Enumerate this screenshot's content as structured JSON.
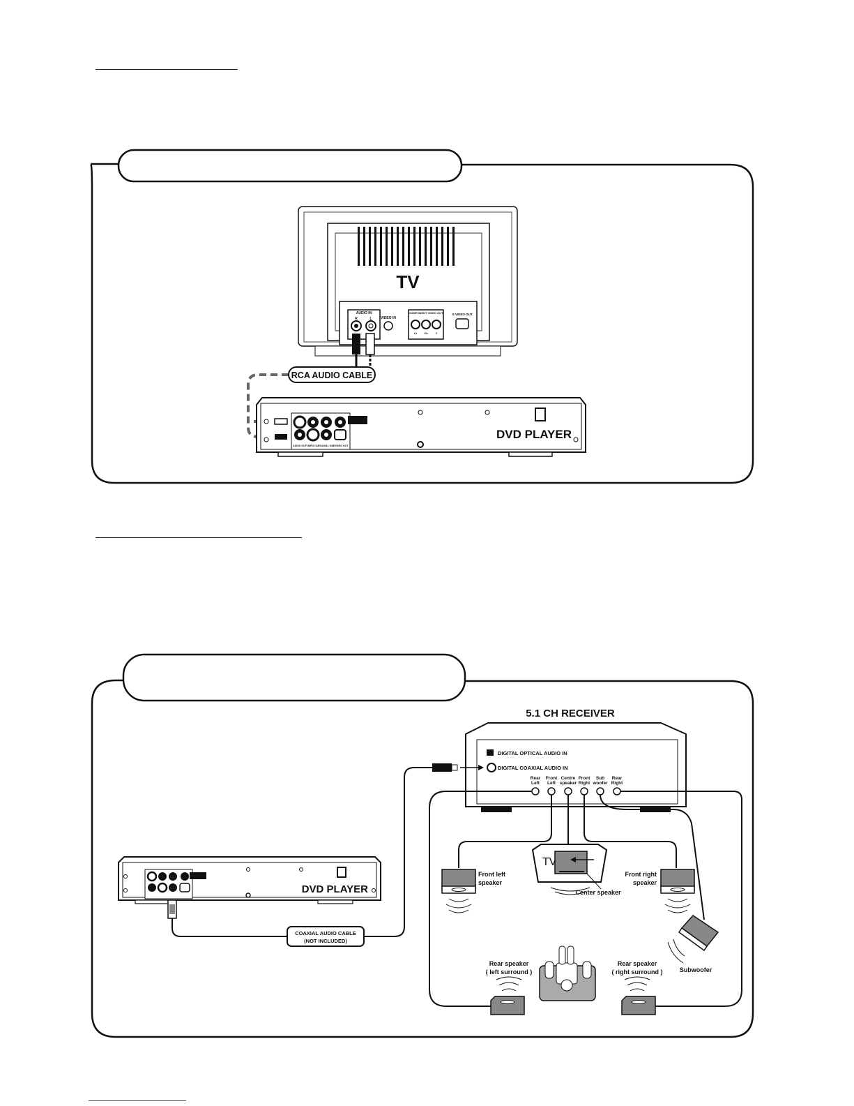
{
  "diagram1": {
    "tv_label": "TV",
    "tv_audio_in": "AUDIO IN",
    "tv_audio_r": "R",
    "tv_audio_l": "L",
    "tv_video_in": "VIDEO IN",
    "tv_component": "COMPONENT VIDEO OUT",
    "tv_cr": "Cr",
    "tv_cb": "Cb",
    "tv_y": "Y",
    "tv_svideo_out": "S-VIDEO OUT",
    "cable_label": "RCA AUDIO CABLE",
    "dvd_label": "DVD PLAYER",
    "dvd_audio_out": "AUDIO OUT",
    "dvd_video_out": "VIDEO OUT",
    "dvd_coaxial_out": "COAXIAL OUT",
    "dvd_svideo_out": "S-VIDEO OUT"
  },
  "diagram2": {
    "receiver_title": "5.1 CH RECEIVER",
    "optical_in": "DIGITAL OPTICAL AUDIO IN",
    "coaxial_in": "DIGITAL COAXIAL AUDIO IN",
    "ch_rear_left": [
      "Rear",
      "Left"
    ],
    "ch_front_left": [
      "Front",
      "Left"
    ],
    "ch_centre": [
      "Centre",
      "speaker"
    ],
    "ch_front_right": [
      "Front",
      "Right"
    ],
    "ch_sub": [
      "Sub",
      "woofer"
    ],
    "ch_rear_right": [
      "Rear",
      "Right"
    ],
    "tv_label": "TV",
    "front_left_speaker": [
      "Front left",
      "speaker"
    ],
    "front_right_speaker": [
      "Front right",
      "speaker"
    ],
    "center_speaker": "Center speaker",
    "rear_left_speaker": [
      "Rear speaker",
      "( left surround )"
    ],
    "rear_right_speaker": [
      "Rear speaker",
      "( right surround )"
    ],
    "subwoofer": "Subwoofer",
    "dvd_label": "DVD PLAYER",
    "cable_label": [
      "COAXIAL AUDIO CABLE",
      "(NOT INCLUDED)"
    ]
  }
}
